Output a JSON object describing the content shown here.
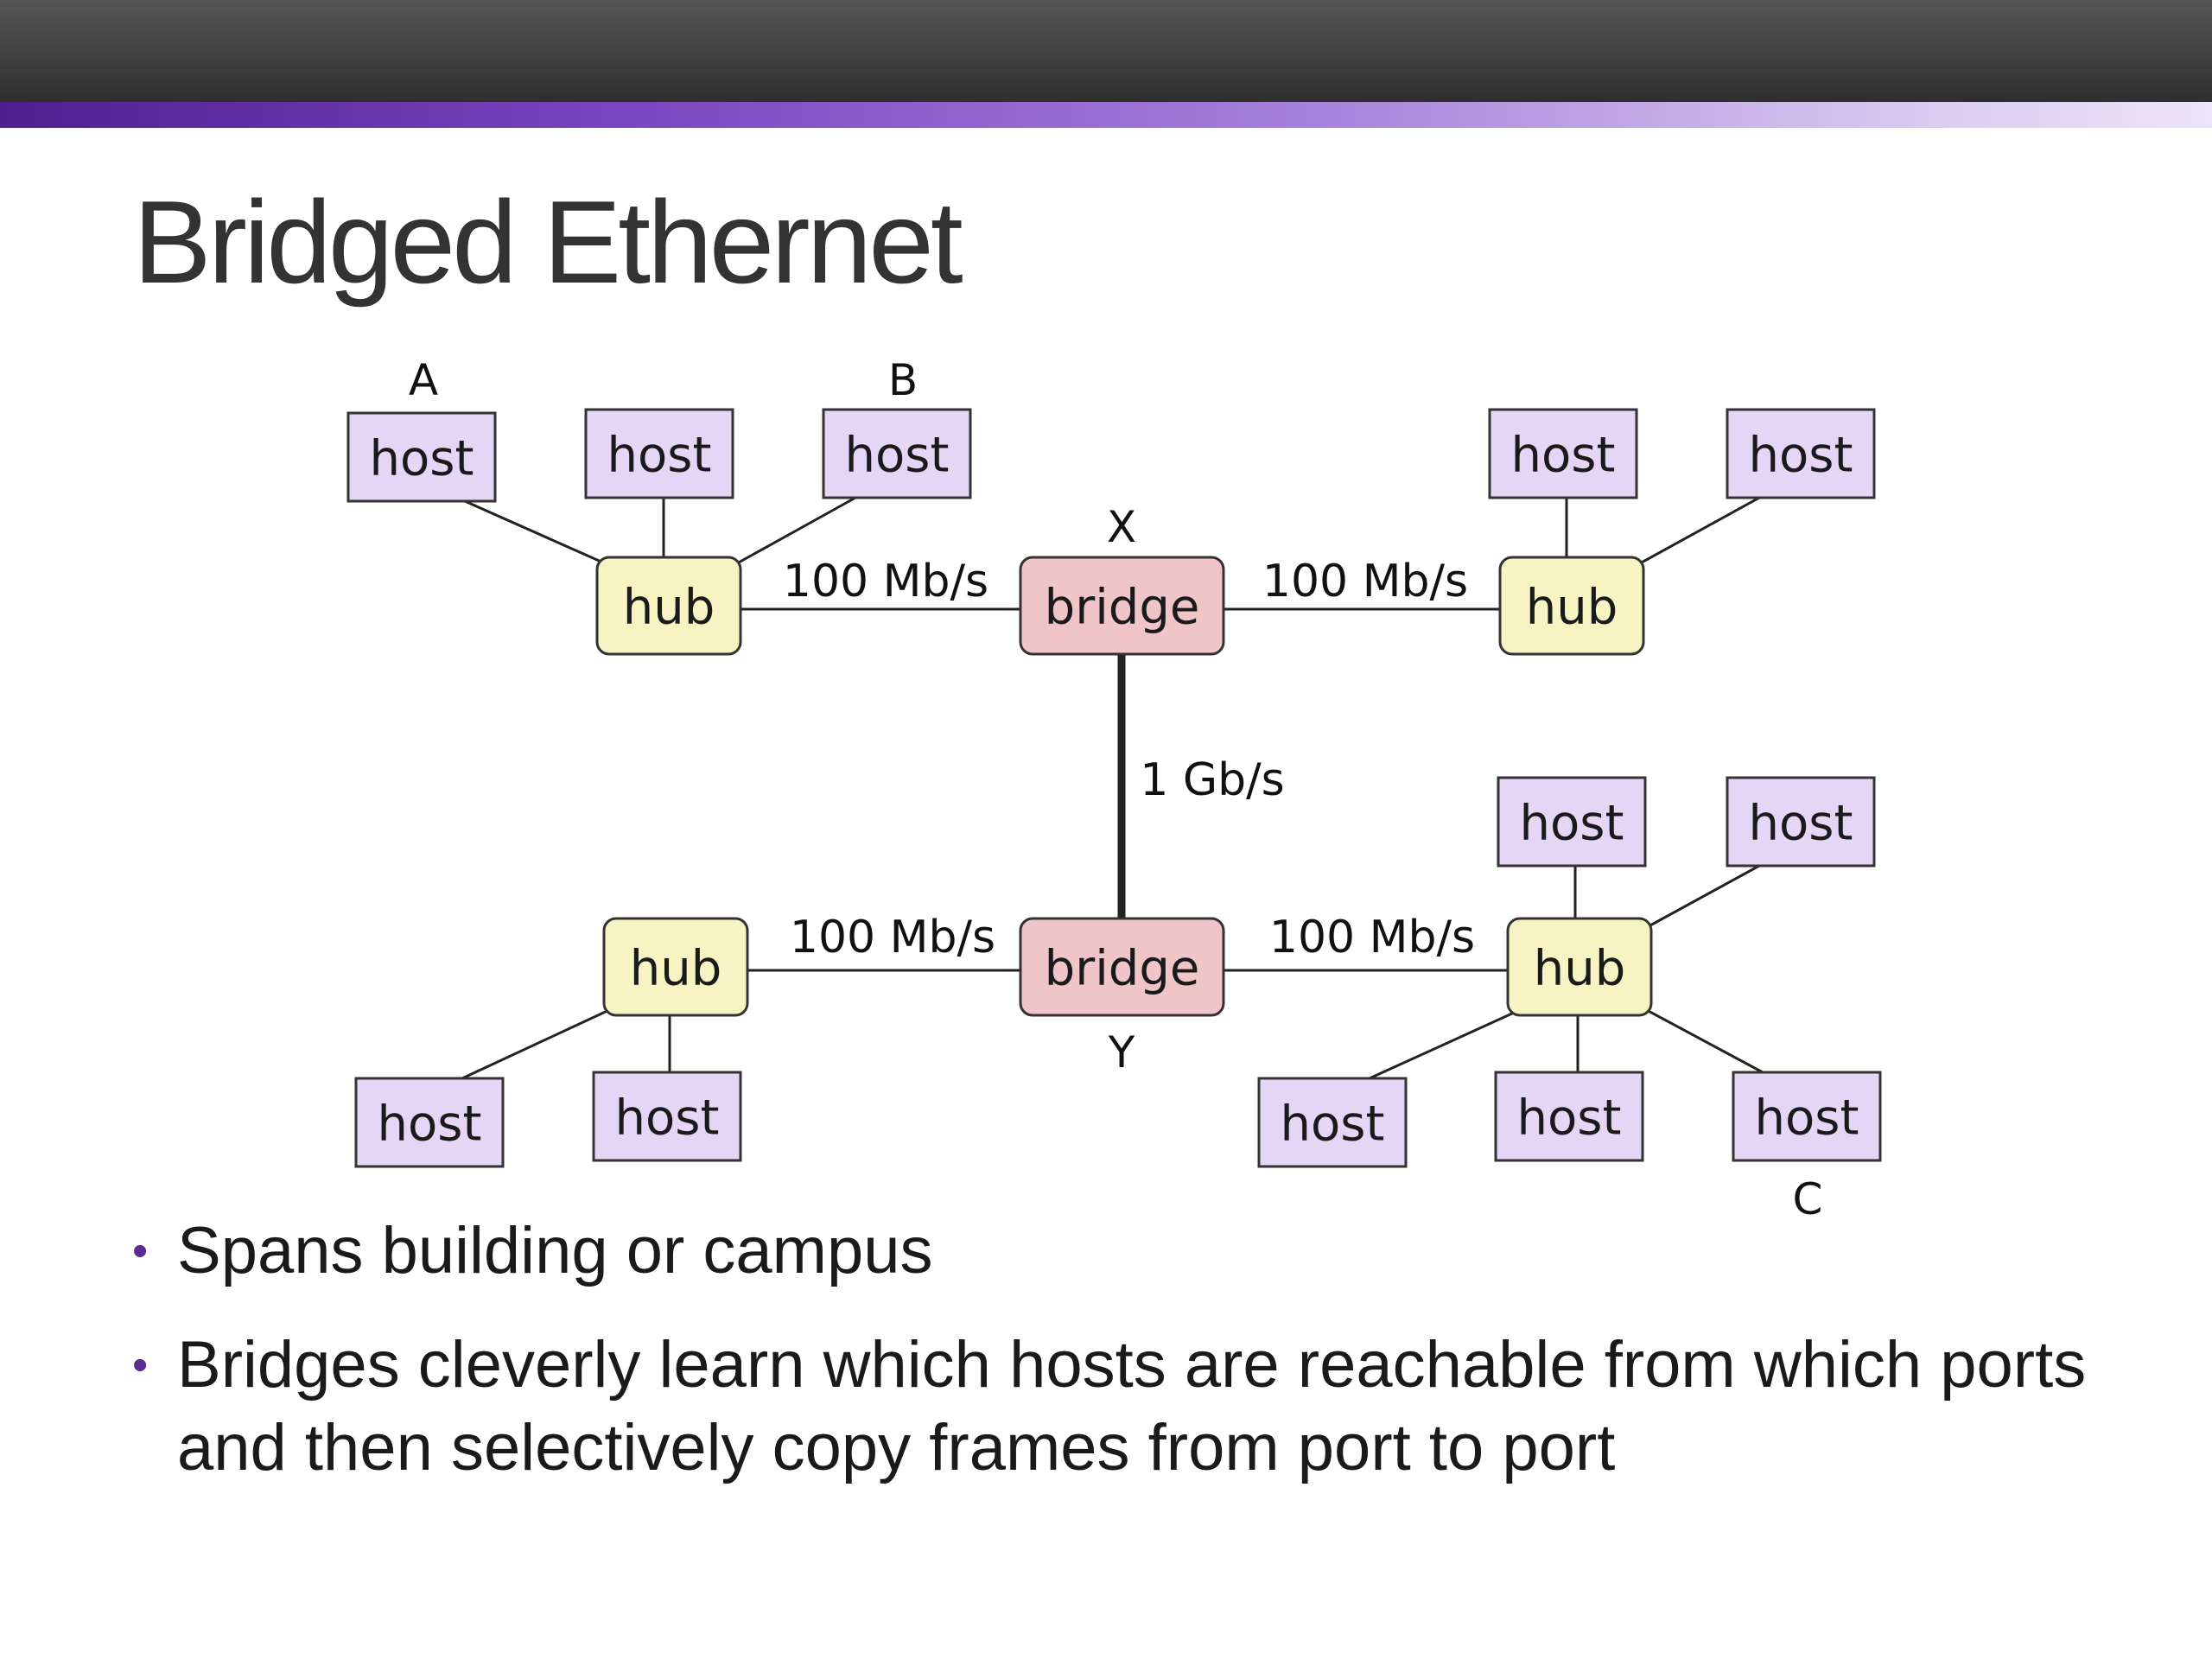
{
  "slide": {
    "title": "Bridged Ethernet",
    "bullets": [
      "Spans building or campus",
      "Bridges cleverly learn which hosts are reachable from which ports and then selectively copy frames from port to port"
    ]
  },
  "diagram": {
    "colors": {
      "host_fill": "#e4d6f4",
      "hub_fill": "#f7f3c2",
      "bridge_fill": "#efc5c8",
      "outline": "#333333",
      "line": "#222222"
    },
    "labels": {
      "host": "host",
      "hub": "hub",
      "bridge": "bridge"
    },
    "link_speeds": {
      "lan_link": "100 Mb/s",
      "backbone_link": "1 Gb/s"
    },
    "node_tags": {
      "host_a": "A",
      "host_b": "B",
      "host_c": "C",
      "bridge_x": "X",
      "bridge_y": "Y"
    }
  }
}
